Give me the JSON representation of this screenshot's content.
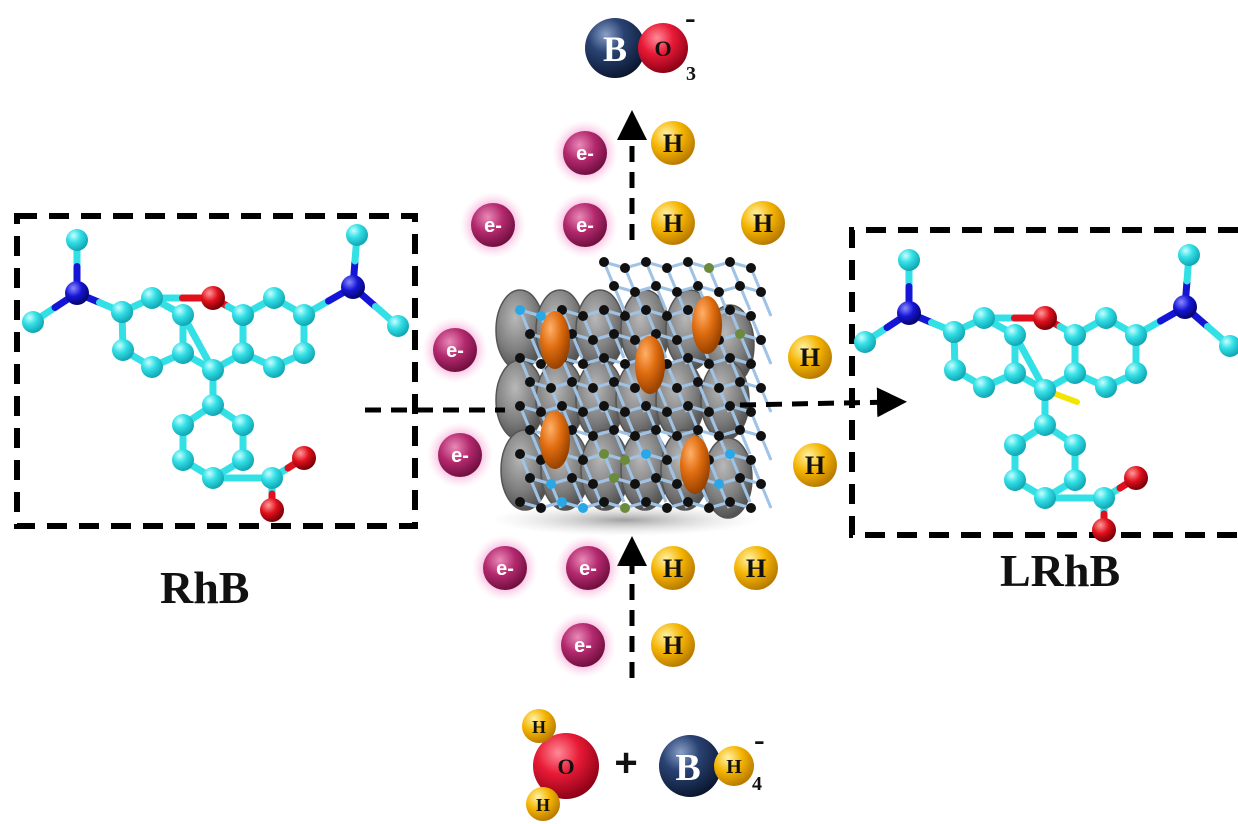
{
  "labels": {
    "reactant": "RhB",
    "product": "LRhB"
  },
  "species": {
    "electron": "e-",
    "hydrogen": "H",
    "boron": "B",
    "oxygen": "O",
    "plus": "+",
    "charge": "-",
    "borate_sub": "3",
    "borohydride_sub": "4"
  },
  "colors": {
    "carbon": "#33e0e6",
    "nitrogen": "#1515d6",
    "oxygen": "#e0101c",
    "electron": "#b3296e",
    "electron_glow": "#f7a6d6",
    "hydrogen": "#f5b400",
    "boron": "#13284f",
    "catalyst_disc": "#7a7a7a",
    "catalyst_particle": "#e06d10",
    "graphene": "#111111"
  }
}
